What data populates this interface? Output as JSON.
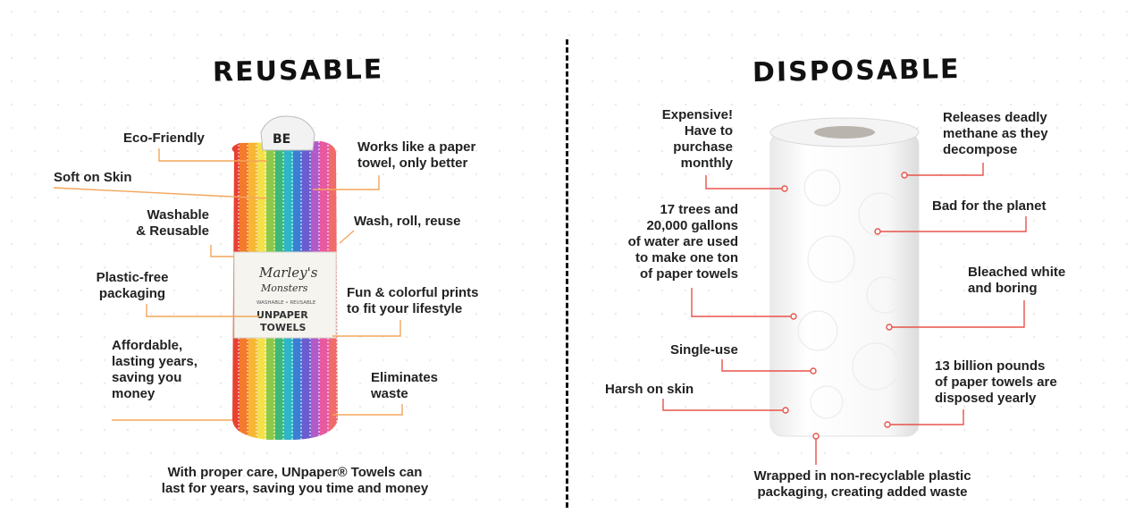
{
  "reusable": {
    "title": "REUSABLE",
    "labels": {
      "eco_friendly": "Eco-Friendly",
      "soft_on_skin": "Soft on Skin",
      "washable_1": "Washable",
      "washable_2": "& Reusable",
      "plastic_free_1": "Plastic-free",
      "plastic_free_2": "packaging",
      "affordable_1": "Affordable,",
      "affordable_2": "lasting years,",
      "affordable_3": "saving you",
      "affordable_4": "money",
      "works_like_1": "Works like a paper",
      "works_like_2": "towel, only better",
      "wash_roll": "Wash, roll, reuse",
      "fun_colorful_1": "Fun & colorful prints",
      "fun_colorful_2": "to fit your lifestyle",
      "eliminates_1": "Eliminates",
      "eliminates_2": "waste",
      "footer_1": "With proper care, UNpaper® Towels can",
      "footer_2": "last for years, saving you time and money"
    },
    "product_band": {
      "brand_1": "Marley's",
      "brand_2": "Monsters",
      "tagline": "WASHABLE • REUSABLE",
      "product_1": "UNPAPER",
      "product_2": "TOWELS"
    },
    "stripe_colors": [
      "#e8412f",
      "#f47a2c",
      "#f7b733",
      "#f2e14a",
      "#8cc84b",
      "#3cb878",
      "#2fb5c8",
      "#3b7fd4",
      "#6b5ccf",
      "#b45ac8",
      "#e85aa0",
      "#f26b6b"
    ]
  },
  "disposable": {
    "title": "DISPOSABLE",
    "labels": {
      "expensive_1": "Expensive!",
      "expensive_2": "Have to",
      "expensive_3": "purchase",
      "expensive_4": "monthly",
      "trees_1": "17 trees and",
      "trees_2": "20,000 gallons",
      "trees_3": "of water are used",
      "trees_4": "to make one ton",
      "trees_5": "of paper towels",
      "single_use": "Single-use",
      "harsh": "Harsh on skin",
      "methane_1": "Releases deadly",
      "methane_2": "methane as they",
      "methane_3": "decompose",
      "bad_planet": "Bad for the planet",
      "bleached_1": "Bleached white",
      "bleached_2": "and boring",
      "billion_1": "13 billion pounds",
      "billion_2": "of paper towels are",
      "billion_3": "disposed yearly",
      "footer_1": "Wrapped in non-recyclable plastic",
      "footer_2": "packaging, creating added waste"
    },
    "leader_color": "#e8534a"
  }
}
